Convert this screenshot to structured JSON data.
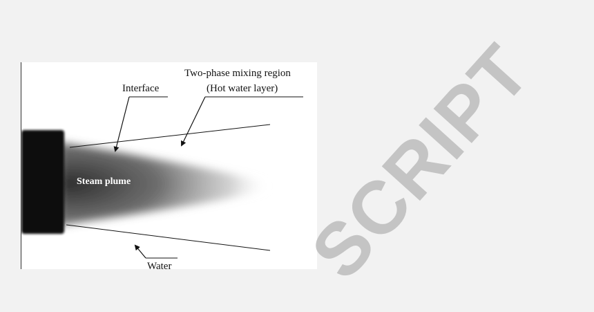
{
  "figure": {
    "labels": {
      "interface": "Interface",
      "mixing_line1": "Two-phase mixing region",
      "mixing_line2": "(Hot water layer)",
      "plume": "Steam plume",
      "water": "Water"
    }
  },
  "watermark": {
    "text": "SCRIPT"
  },
  "colors": {
    "page_bg": "#f2f2f2",
    "figure_bg": "#ffffff",
    "nozzle": "#111111",
    "plume": "#3a3a3a",
    "watermark": "#bdbdbd"
  }
}
